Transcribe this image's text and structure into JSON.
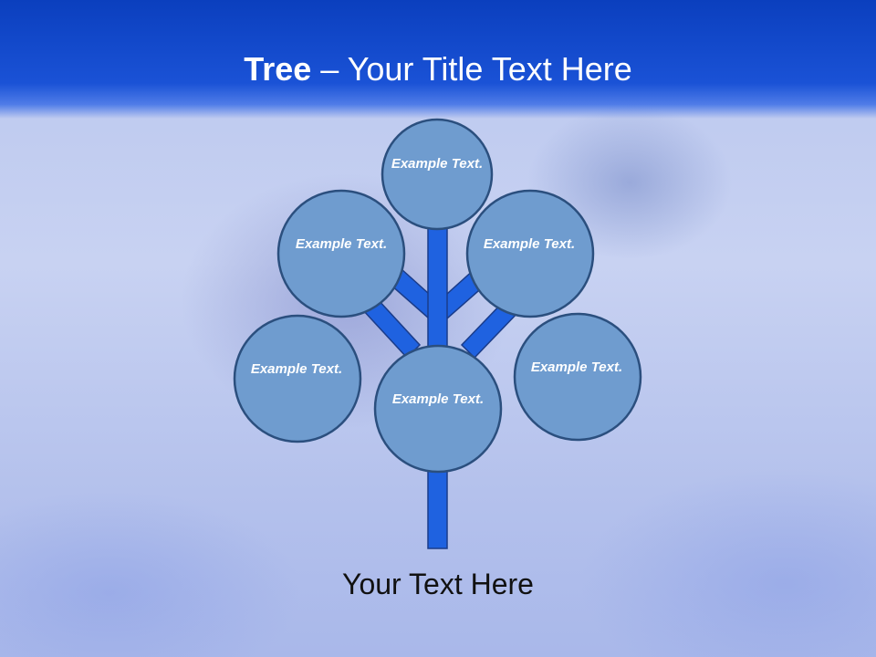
{
  "slide": {
    "title_bold": "Tree",
    "title_dash": " – ",
    "title_rest": "Your Title Text Here",
    "caption": "Your Text Here"
  },
  "colors": {
    "header": "#1a52d6",
    "branch": "#1f62e0",
    "branch_stroke": "#1a3c8a",
    "node_fill": "#6f9ccf",
    "node_stroke": "#2b4f7e"
  },
  "nodes": [
    {
      "id": "top",
      "label": "Example Text."
    },
    {
      "id": "upper-left",
      "label": "Example Text."
    },
    {
      "id": "upper-right",
      "label": "Example Text."
    },
    {
      "id": "lower-left",
      "label": "Example Text."
    },
    {
      "id": "center",
      "label": "Example Text."
    },
    {
      "id": "lower-right",
      "label": "Example Text."
    }
  ]
}
